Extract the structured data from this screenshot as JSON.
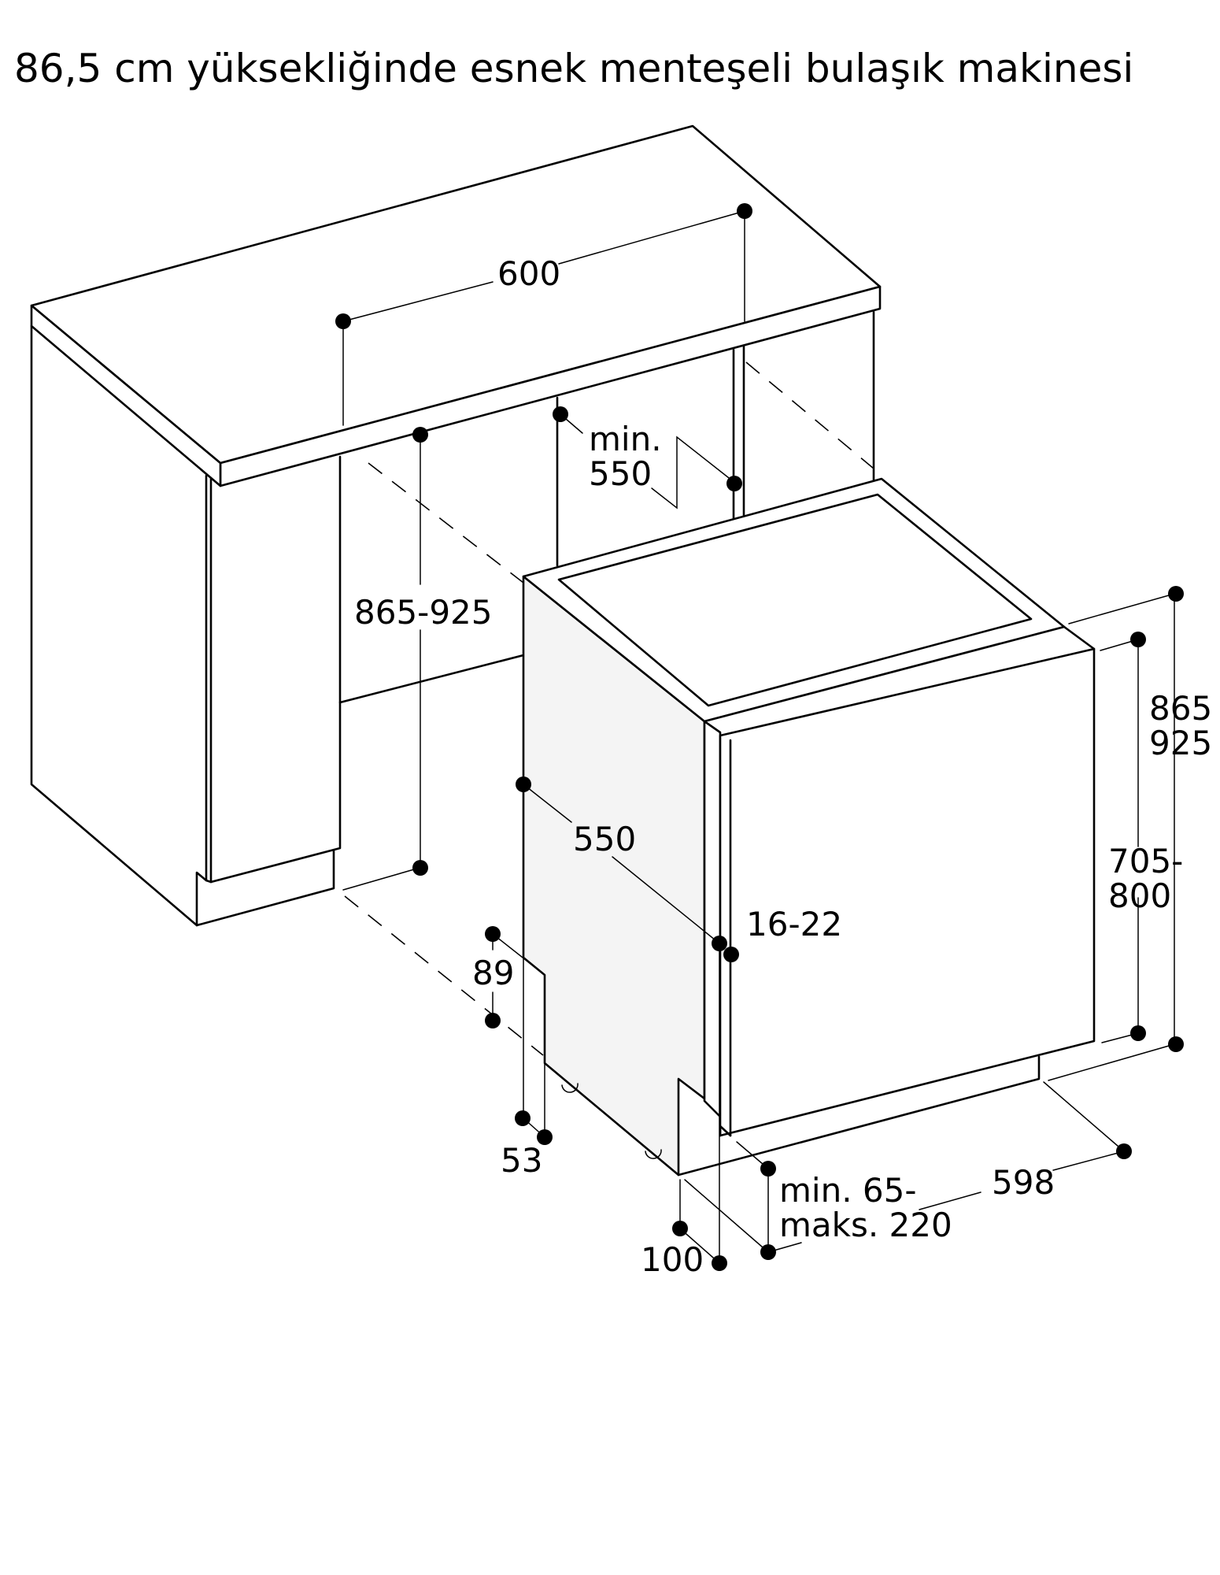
{
  "title": "86,5 cm yüksekliğinde esnek menteşeli bulaşık makinesi",
  "dimensions": {
    "niche_width": "600",
    "niche_depth_min_label": "min.",
    "niche_depth_min_value": "550",
    "niche_height": "865-925",
    "appliance_depth": "550",
    "door_thickness": "16-22",
    "plinth_height": "89",
    "plinth_offset": "53",
    "total_height_top": "865",
    "total_height_bottom": "925",
    "door_height_top": "705-",
    "door_height_bottom": "800",
    "appliance_width": "598",
    "door_clearance_top": "min. 65-",
    "door_clearance_bottom": "maks. 220",
    "feet_offset": "100"
  }
}
